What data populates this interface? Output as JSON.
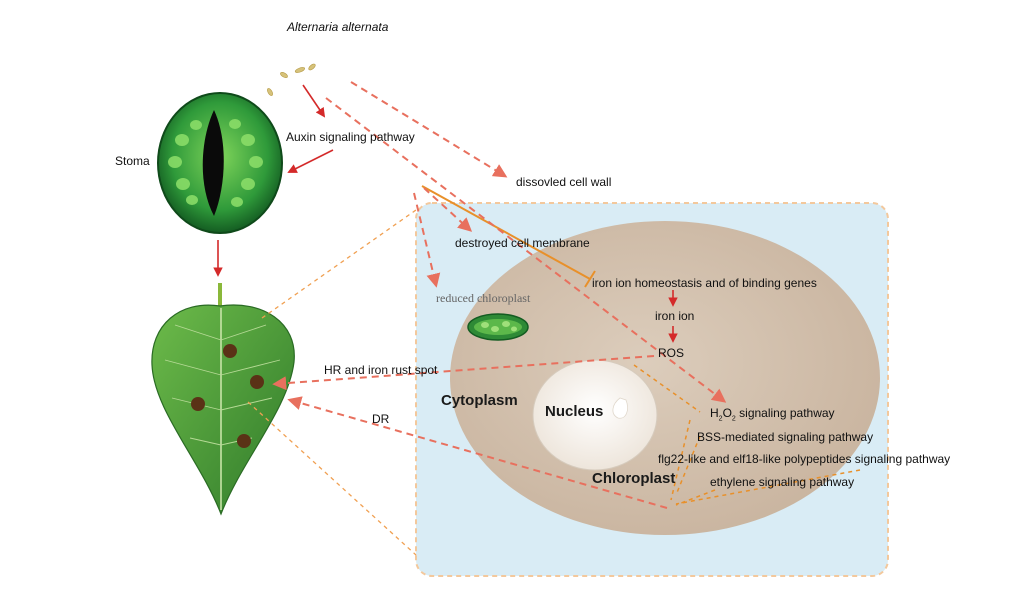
{
  "organism": "Alternaria alternata",
  "labels": {
    "auxin": "Auxin  signaling pathway",
    "stoma": "Stoma",
    "cell_wall": "dissovled cell wall",
    "cell_membrane": "destroyed cell membrane",
    "reduced_chloroplast": "reduced chloroplast",
    "iron_homeostasis": "iron ion homeostasis and of binding genes",
    "iron_ion": "iron ion",
    "ros": "ROS",
    "hr": "HR and iron rust spot",
    "dr": "DR",
    "cytoplasm": "Cytoplasm",
    "nucleus": "Nucleus",
    "chloroplast": "Chloroplast",
    "h2o2_h": "H",
    "h2o2_sub1": "2",
    "h2o2_o": "O",
    "h2o2_sub2": "2",
    "h2o2_rest": " signaling pathway",
    "bss": "BSS-mediated signaling pathway",
    "flg22": "flg22-like and elf18-like polypeptides signaling pathway",
    "ethylene": "ethylene signaling pathway"
  },
  "colors": {
    "dashed_arrow": "#e8705e",
    "solid_arrow": "#d42a2a",
    "inhibition": "#e8902a",
    "cell_bg": "#d9ecf5",
    "chloroplast_body": "#d4c4b2",
    "nucleus": "#f4efe9",
    "leaf": "#4a9a38"
  }
}
